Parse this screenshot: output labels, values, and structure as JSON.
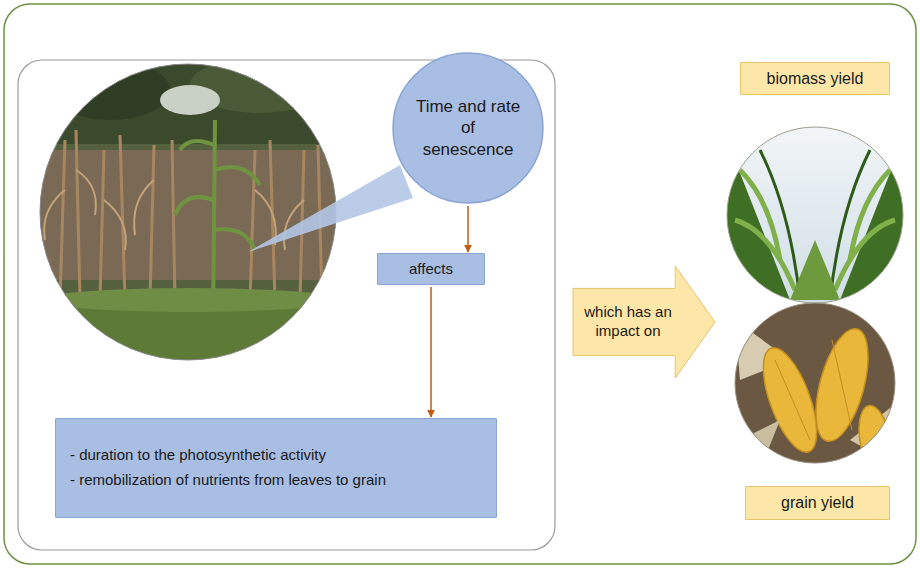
{
  "diagram": {
    "nodes": [
      {
        "text": [
          "Time and rate of senescence"
        ]
      },
      {
        "text": [
          "affects"
        ]
      },
      {
        "text": [
          "- duration to the photosynthetic activity",
          "- remobilization of nutrients from leaves to grain"
        ]
      },
      {
        "text": [
          "which has an impact on"
        ]
      },
      {
        "text": [
          "biomass yield"
        ]
      },
      {
        "text": [
          "grain yield"
        ]
      }
    ],
    "edges": [
      {
        "from": 0,
        "to": 1,
        "arrow": "to"
      },
      {
        "from": 1,
        "to": 2,
        "arrow": "to"
      }
    ]
  }
}
